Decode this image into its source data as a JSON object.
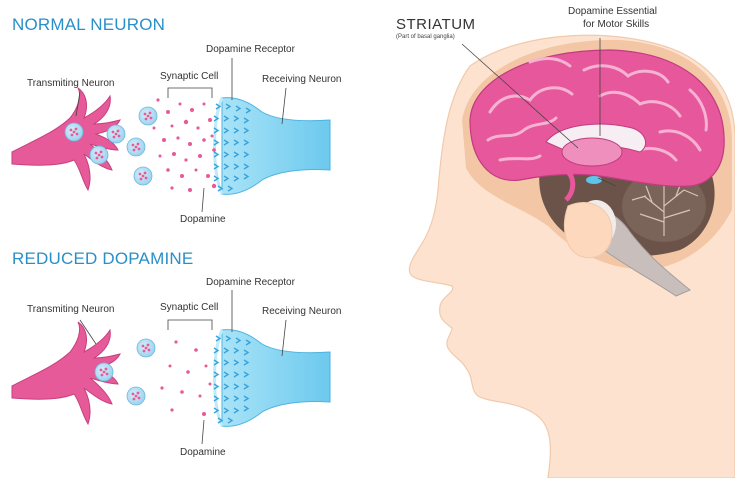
{
  "panel_normal": {
    "title": "NORMAL NEURON",
    "labels": {
      "transmitting": "Transmiting Neuron",
      "synaptic": "Synaptic Cell",
      "receptor": "Dopamine Receptor",
      "receiving": "Receiving Neuron",
      "dopamine": "Dopamine"
    }
  },
  "panel_reduced": {
    "title": "REDUCED DOPAMINE",
    "labels": {
      "transmitting": "Transmiting Neuron",
      "synaptic": "Synaptic Cell",
      "receptor": "Dopamine Receptor",
      "receiving": "Receiving Neuron",
      "dopamine": "Dopamine"
    }
  },
  "brain": {
    "striatum": "STRIATUM",
    "striatum_note": "(Part of basal ganglia)",
    "dopamine_line1": "Dopamine Essential",
    "dopamine_line2": "for Motor Skills"
  },
  "colors": {
    "title_blue": "#2a8fc9",
    "neuron_pink": "#e75a9a",
    "receptor_blue": "#7fd0ef",
    "skin": "#fde3cf",
    "brain_pink": "#e6579b",
    "cerebellum": "#7a6358"
  }
}
